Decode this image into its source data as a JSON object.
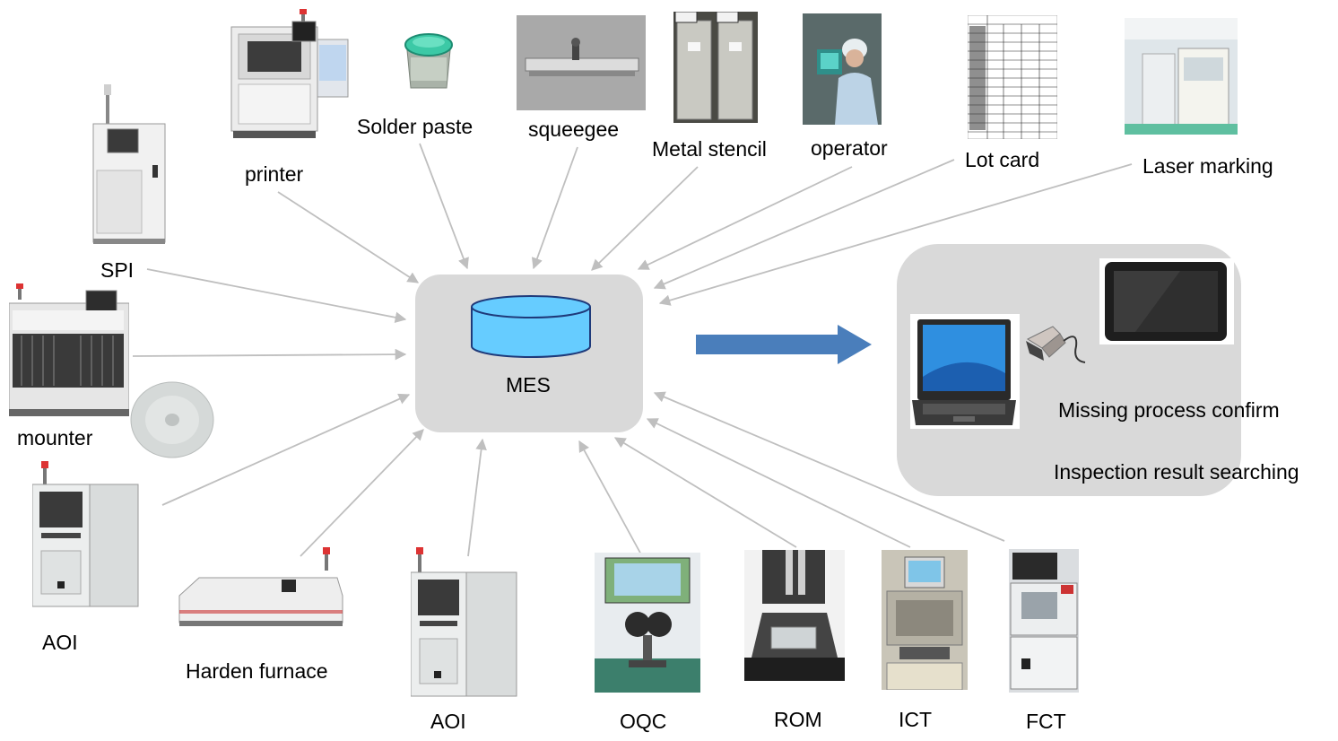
{
  "system": {
    "label": "MES"
  },
  "inputs": {
    "printer": "printer",
    "solder_paste": "Solder paste",
    "squeegee": "squeegee",
    "metal_stencil": "Metal stencil",
    "operator": "operator",
    "lot_card": "Lot card",
    "laser_marking": "Laser marking",
    "spi": "SPI",
    "mounter": "mounter",
    "aoi_left": "AOI",
    "harden_furnace": "Harden furnace",
    "aoi_bottom": "AOI",
    "oqc": "OQC",
    "rom": "ROM",
    "ict": "ICT",
    "fct": "FCT"
  },
  "outputs": {
    "missing_process": "Missing process confirm",
    "inspection_search": "Inspection result searching"
  },
  "colors": {
    "hub_fill": "#d9d9d9",
    "connector": "#bfbfbf",
    "flow_arrow": "#4a7ebb",
    "database": "#66ccff"
  }
}
